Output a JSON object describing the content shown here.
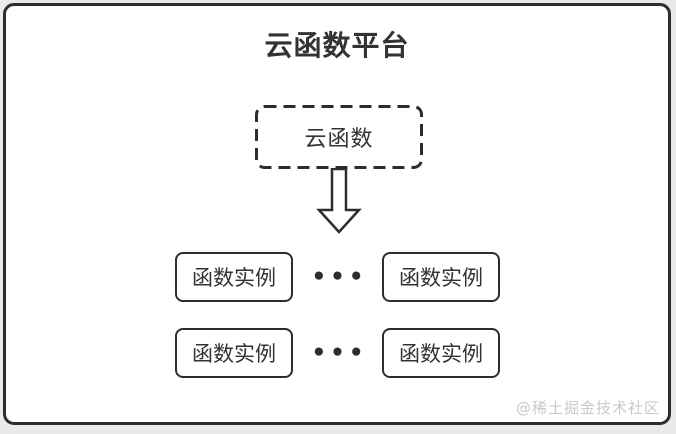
{
  "diagram": {
    "title": "云函数平台",
    "cloud_function_box": {
      "label": "云函数"
    },
    "instance_rows": [
      {
        "left_label": "函数实例",
        "ellipsis": "•••",
        "right_label": "函数实例"
      },
      {
        "left_label": "函数实例",
        "ellipsis": "•••",
        "right_label": "函数实例"
      }
    ],
    "watermark": {
      "text": "@稀土掘金技术社区"
    },
    "icons": {
      "arrow": "down-arrow-icon"
    },
    "colors": {
      "border_and_text": "#2d2d2d",
      "label_text": "#333333",
      "canvas_background": "#ffffff",
      "page_background": "#eaeaea",
      "watermark_text": "#c9c9c9"
    }
  }
}
